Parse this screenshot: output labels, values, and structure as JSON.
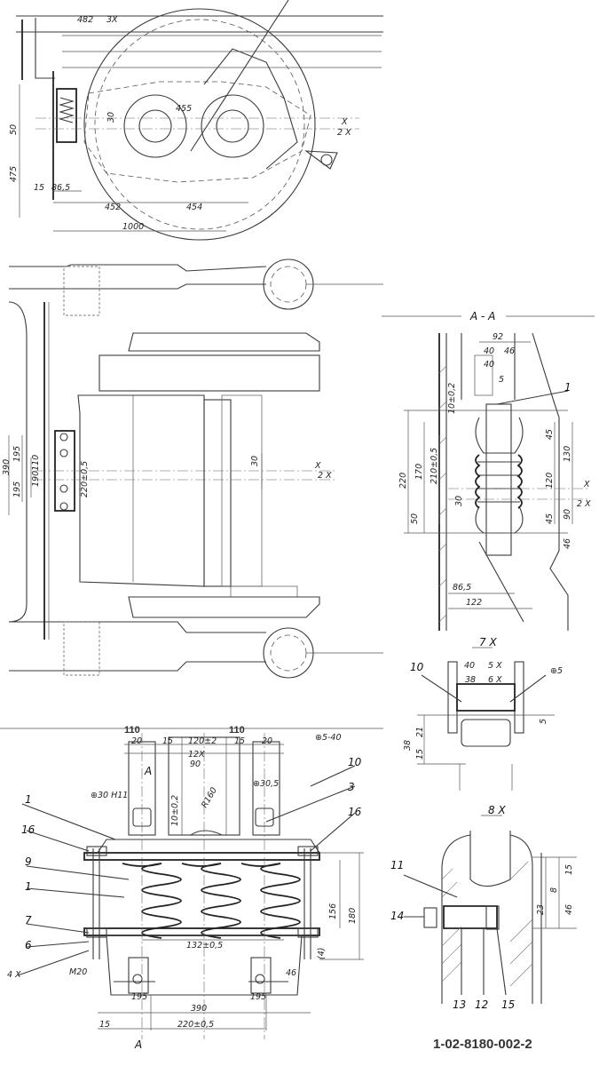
{
  "drawing_number": "1-02-8180-002-2",
  "top_view": {
    "dims": [
      "482",
      "3X",
      "455",
      "30",
      "50",
      "475",
      "15",
      "86,5",
      "452",
      "454",
      "1000",
      "X",
      "2 X"
    ]
  },
  "middle_view": {
    "dims": [
      "390",
      "195",
      "195",
      "110",
      "190",
      "220±0,5",
      "30",
      "X",
      "2 X"
    ]
  },
  "section_aa": {
    "title": "A - A",
    "dims": [
      "92",
      "40",
      "46",
      "40",
      "5",
      "10±0,2",
      "1",
      "45",
      "130",
      "220",
      "170",
      "210±0,5",
      "120",
      "X",
      "30",
      "45",
      "90",
      "2 X",
      "50",
      "46",
      "86,5",
      "122"
    ]
  },
  "detail_7x": {
    "title": "7 X",
    "dims": [
      "10",
      "40",
      "5 X",
      "38",
      "6 X",
      "⊕5",
      "38",
      "21",
      "15",
      "5"
    ]
  },
  "detail_8x": {
    "title": "8 X",
    "dims": [
      "11",
      "14",
      "15",
      "8",
      "23",
      "46",
      "13",
      "12",
      "15"
    ]
  },
  "bottom_view": {
    "dims": [
      "110",
      "110",
      "20",
      "15",
      "120±2",
      "15",
      "20",
      "⊕5-40",
      "12X",
      "90",
      "A",
      "R160",
      "⊕30 H11",
      "10±0,2",
      "⊕30,5",
      "1",
      "3",
      "10",
      "16",
      "16",
      "9",
      "1",
      "156",
      "180",
      "7",
      "6",
      "4 X",
      "132±0,5",
      "(4)",
      "M20",
      "46",
      "195",
      "195",
      "390",
      "15",
      "220±0,5",
      "A"
    ]
  }
}
